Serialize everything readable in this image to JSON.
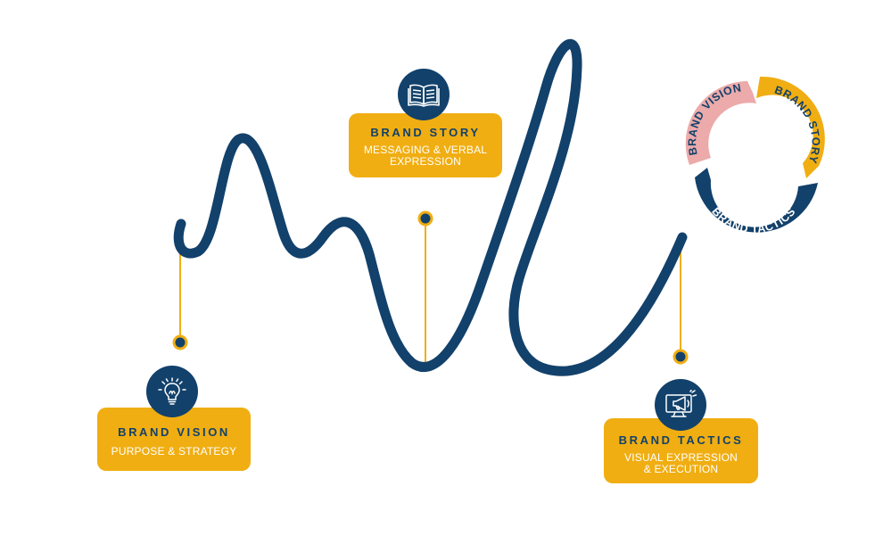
{
  "colors": {
    "navy": "#12416b",
    "gold": "#f0ae12",
    "pink": "#ecaaaa",
    "white": "#ffffff"
  },
  "stages": {
    "vision": {
      "title": "BRAND VISION",
      "subtitle": "PURPOSE & STRATEGY",
      "icon": "lightbulb-icon"
    },
    "story": {
      "title": "BRAND STORY",
      "subtitle_line1": "MESSAGING & VERBAL",
      "subtitle_line2": "EXPRESSION",
      "icon": "open-book-icon"
    },
    "tactics": {
      "title": "BRAND TACTICS",
      "subtitle_line1": "VISUAL EXPRESSION",
      "subtitle_line2": "& EXECUTION",
      "icon": "megaphone-monitor-icon"
    }
  },
  "cycle": {
    "segments": [
      "BRAND VISION",
      "BRAND STORY",
      "BRAND TACTICS"
    ]
  }
}
